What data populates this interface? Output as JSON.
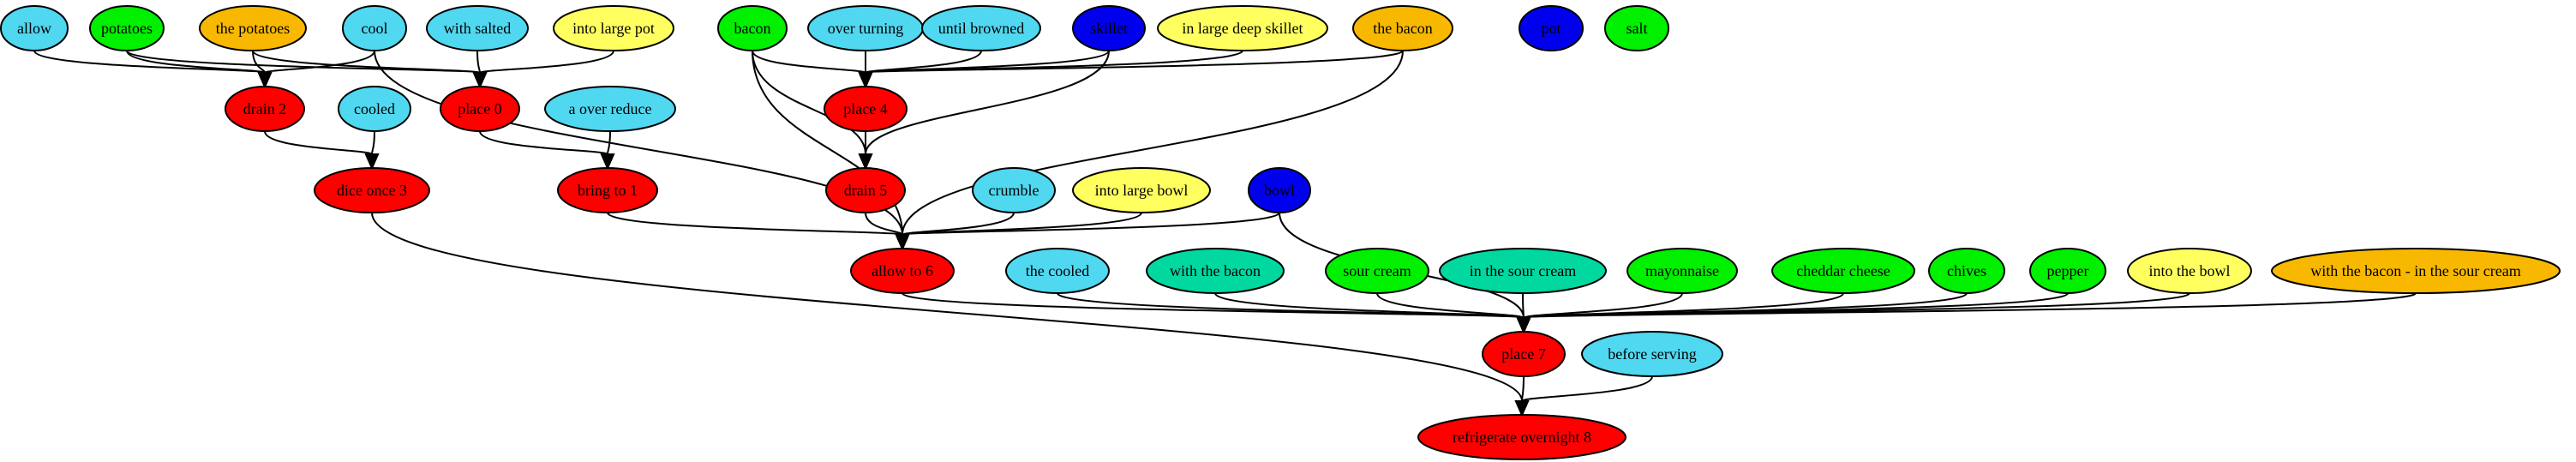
{
  "colors": {
    "cyan": "#4FD8F0",
    "green": "#00F000",
    "orange": "#F8B800",
    "yellow": "#FFFF60",
    "blue": "#0000EE",
    "red": "#FF0000",
    "teal": "#00D8A0"
  },
  "nodes": {
    "allow": {
      "label": "allow",
      "color": "cyan"
    },
    "potatoes": {
      "label": "potatoes",
      "color": "green"
    },
    "the_potatoes": {
      "label": "the potatoes",
      "color": "orange"
    },
    "cool": {
      "label": "cool",
      "color": "cyan"
    },
    "with_salted": {
      "label": "with salted",
      "color": "cyan"
    },
    "into_large_pot": {
      "label": "into large pot",
      "color": "yellow"
    },
    "bacon": {
      "label": "bacon",
      "color": "green"
    },
    "over_turning": {
      "label": "over turning",
      "color": "cyan"
    },
    "until_browned": {
      "label": "until browned",
      "color": "cyan"
    },
    "skillet": {
      "label": "skillet",
      "color": "blue"
    },
    "in_large_deep_skillet": {
      "label": "in large deep skillet",
      "color": "yellow"
    },
    "the_bacon": {
      "label": "the bacon",
      "color": "orange"
    },
    "pot": {
      "label": "pot",
      "color": "blue"
    },
    "salt": {
      "label": "salt",
      "color": "green"
    },
    "drain_2": {
      "label": "drain 2",
      "color": "red"
    },
    "cooled": {
      "label": "cooled",
      "color": "cyan"
    },
    "place_0": {
      "label": "place 0",
      "color": "red"
    },
    "a_over_reduce": {
      "label": "a over reduce",
      "color": "cyan"
    },
    "place_4": {
      "label": "place 4",
      "color": "red"
    },
    "dice_once_3": {
      "label": "dice once 3",
      "color": "red"
    },
    "bring_to_1": {
      "label": "bring to 1",
      "color": "red"
    },
    "drain_5": {
      "label": "drain 5",
      "color": "red"
    },
    "crumble": {
      "label": "crumble",
      "color": "cyan"
    },
    "into_large_bowl": {
      "label": "into large bowl",
      "color": "yellow"
    },
    "bowl": {
      "label": "bowl",
      "color": "blue"
    },
    "allow_to_6": {
      "label": "allow to 6",
      "color": "red"
    },
    "the_cooled": {
      "label": "the cooled",
      "color": "cyan"
    },
    "with_the_bacon": {
      "label": "with the bacon",
      "color": "teal"
    },
    "sour_cream": {
      "label": "sour cream",
      "color": "green"
    },
    "in_the_sour_cream": {
      "label": "in the sour cream",
      "color": "teal"
    },
    "mayonnaise": {
      "label": "mayonnaise",
      "color": "green"
    },
    "cheddar_cheese": {
      "label": "cheddar cheese",
      "color": "green"
    },
    "chives": {
      "label": "chives",
      "color": "green"
    },
    "pepper": {
      "label": "pepper",
      "color": "green"
    },
    "into_the_bowl": {
      "label": "into the bowl",
      "color": "yellow"
    },
    "with_bacon_sour": {
      "label": "with the bacon - in the sour cream",
      "color": "orange"
    },
    "place_7": {
      "label": "place 7",
      "color": "red"
    },
    "before_serving": {
      "label": "before serving",
      "color": "cyan"
    },
    "refrigerate_8": {
      "label": "refrigerate overnight 8",
      "color": "red"
    }
  },
  "edges": [
    [
      "allow",
      "drain_2"
    ],
    [
      "potatoes",
      "drain_2"
    ],
    [
      "potatoes",
      "place_0"
    ],
    [
      "the_potatoes",
      "drain_2"
    ],
    [
      "the_potatoes",
      "place_0"
    ],
    [
      "cool",
      "drain_2"
    ],
    [
      "cool",
      "allow_to_6"
    ],
    [
      "with_salted",
      "place_0"
    ],
    [
      "into_large_pot",
      "place_0"
    ],
    [
      "bacon",
      "place_4"
    ],
    [
      "bacon",
      "drain_5"
    ],
    [
      "bacon",
      "allow_to_6"
    ],
    [
      "over_turning",
      "place_4"
    ],
    [
      "until_browned",
      "place_4"
    ],
    [
      "skillet",
      "place_4"
    ],
    [
      "skillet",
      "drain_5"
    ],
    [
      "in_large_deep_skillet",
      "place_4"
    ],
    [
      "the_bacon",
      "place_4"
    ],
    [
      "the_bacon",
      "allow_to_6"
    ],
    [
      "drain_2",
      "dice_once_3"
    ],
    [
      "cooled",
      "dice_once_3"
    ],
    [
      "place_0",
      "bring_to_1"
    ],
    [
      "a_over_reduce",
      "bring_to_1"
    ],
    [
      "place_4",
      "drain_5"
    ],
    [
      "dice_once_3",
      "refrigerate_8"
    ],
    [
      "bring_to_1",
      "allow_to_6"
    ],
    [
      "drain_5",
      "allow_to_6"
    ],
    [
      "crumble",
      "allow_to_6"
    ],
    [
      "into_large_bowl",
      "allow_to_6"
    ],
    [
      "bowl",
      "allow_to_6"
    ],
    [
      "bowl",
      "place_7"
    ],
    [
      "allow_to_6",
      "place_7"
    ],
    [
      "the_cooled",
      "place_7"
    ],
    [
      "with_the_bacon",
      "place_7"
    ],
    [
      "sour_cream",
      "place_7"
    ],
    [
      "in_the_sour_cream",
      "place_7"
    ],
    [
      "mayonnaise",
      "place_7"
    ],
    [
      "cheddar_cheese",
      "place_7"
    ],
    [
      "chives",
      "place_7"
    ],
    [
      "pepper",
      "place_7"
    ],
    [
      "into_the_bowl",
      "place_7"
    ],
    [
      "with_bacon_sour",
      "place_7"
    ],
    [
      "place_7",
      "refrigerate_8"
    ],
    [
      "before_serving",
      "refrigerate_8"
    ]
  ]
}
